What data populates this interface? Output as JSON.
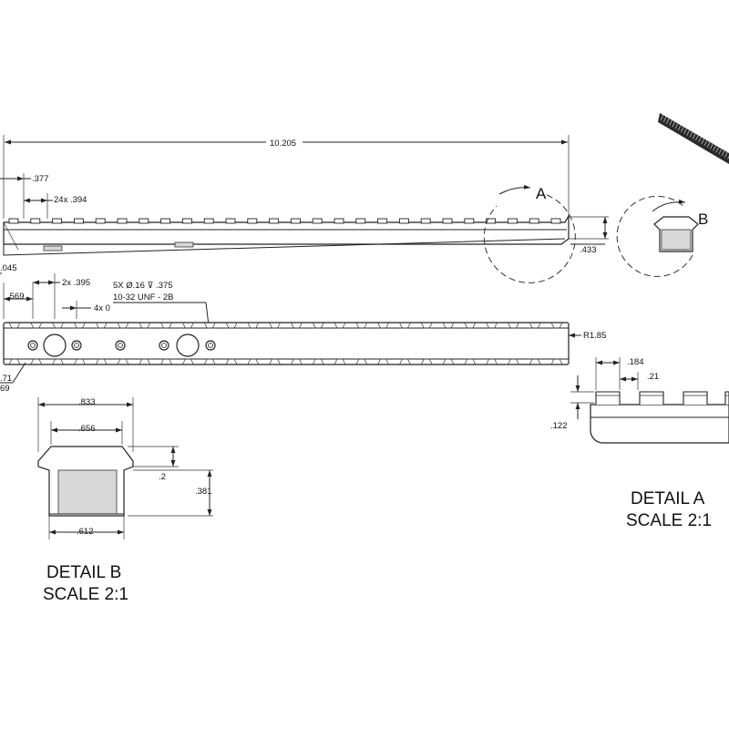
{
  "dimensions": {
    "overall_length": "10.205",
    "first_slot_offset": ".377",
    "slot_pitch": "24x .394",
    "height_front": ".433",
    "left_edge_value": ".045",
    "hole_offset": ".569",
    "hole_spacing": "2x .395",
    "hole_zero": "4x 0",
    "hole_callout_1": "5X Ø.16 ⊽ .375",
    "hole_callout_2": "10-32 UNF - 2B",
    "radius": "R1.85",
    "left_partial_1": ".71",
    "left_partial_2": "69",
    "detail_a_pitch": ".184",
    "detail_a_slot": ".21",
    "detail_a_height": ".122",
    "detail_b_top_width": ".833",
    "detail_b_mid_width": ".656",
    "detail_b_bottom_width": ".612",
    "detail_b_chamfer": ".2",
    "detail_b_height": ".381"
  },
  "callouts": {
    "detail_a_letter": "A",
    "detail_b_letter": "B"
  },
  "detail_labels": {
    "detail_a_title": "DETAIL A",
    "detail_a_scale": "SCALE 2:1",
    "detail_b_title": "DETAIL B",
    "detail_b_scale": "SCALE 2:1"
  }
}
